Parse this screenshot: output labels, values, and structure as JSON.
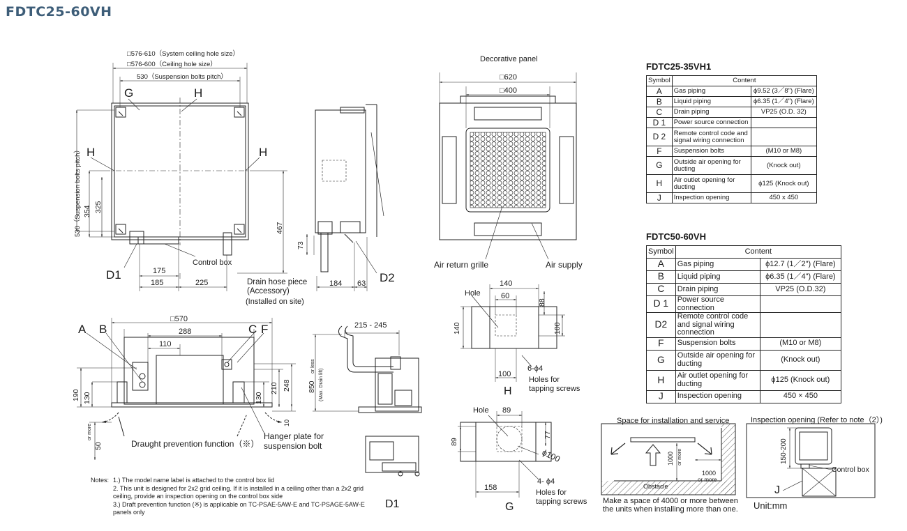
{
  "title": "FDTC25-60VH",
  "top_view": {
    "dim_576_610": "□576-610（System ceiling hole size）",
    "dim_576_600": "□576-600（Ceiling hole size）",
    "dim_530": "530（Suspension bolts pitch）",
    "label_G": "G",
    "label_H_top": "H",
    "label_H_left": "H",
    "label_H_right": "H",
    "dim_530_v": "530（Suspension bolts pitch）",
    "dim_354": "354",
    "dim_325": "325",
    "dim_467": "467",
    "label_D1": "D1",
    "control_box": "Control box",
    "dim_175": "175",
    "dim_185": "185",
    "dim_225": "225",
    "drain_hose": "Drain hose piece",
    "accessory": "(Accessory)",
    "installed": "(Installed on site)"
  },
  "side_view": {
    "dim_73": "73",
    "dim_184": "184",
    "dim_63": "63",
    "label_D2": "D2"
  },
  "panel_view": {
    "caption": "Decorative panel",
    "dim_620": "□620",
    "dim_400": "□400",
    "air_return": "Air return grille",
    "air_supply": "Air supply"
  },
  "front_view": {
    "dim_570": "□570",
    "dim_288": "288",
    "dim_110": "110",
    "label_A": "A",
    "label_B": "B",
    "label_C": "C",
    "label_F": "F",
    "dim_190": "190",
    "dim_130": "130",
    "dim_210": "210",
    "dim_248": "248",
    "dim_130b": "130",
    "dim_10": "10",
    "dim_50": "50",
    "or_more": "or more",
    "draught": "Draught prevention function（※）",
    "hanger": "Hanger plate for",
    "hanger2": "suspension bolt"
  },
  "drain_view": {
    "dim_215_245": "215 - 245",
    "dim_850": "850",
    "or_less": "or less",
    "max_drain": "(Max. Drain lift)",
    "label_D1": "D1"
  },
  "detail_H": {
    "hole": "Hole",
    "dim_140": "140",
    "dim_60": "60",
    "dim_88": "88",
    "dim_140v": "140",
    "dim_100v": "100",
    "dim_100": "100",
    "holes": "6-ϕ4",
    "tap1": "Holes for",
    "tap2": "tapping screws",
    "label": "H"
  },
  "detail_G": {
    "hole": "Hole",
    "dim_89": "89",
    "dim_89v": "89",
    "dim_77": "77",
    "dim_phi100": "ϕ100",
    "holes": "4- ϕ4",
    "dim_158": "158",
    "tap1": "Holes for",
    "tap2": "tapping screws",
    "label": "G"
  },
  "space": {
    "caption": "Space for installation and service",
    "dim_1000": "1000",
    "or_more_v": "or more",
    "dim_1000b": "1000",
    "or_more": "or more",
    "obstacle": "Obstacle",
    "note1": "Make a space of 4000 or more between",
    "note2": "the units when installing more than one."
  },
  "inspection": {
    "caption": "Inspection opening (Refer to note（2）)",
    "dim": "150-200",
    "control_box": "Control box",
    "label_J": "J",
    "unit": "Unit:mm"
  },
  "table1": {
    "name": "FDTC25-35VH1",
    "h_symbol": "Symbol",
    "h_content": "Content",
    "rows": [
      {
        "sym": "A",
        "name": "Gas piping",
        "val": "ϕ9.52 (3／8\") (Flare)"
      },
      {
        "sym": "B",
        "name": "Liquid piping",
        "val": "ϕ6.35 (1／4\") (Flare)"
      },
      {
        "sym": "C",
        "name": "Drain piping",
        "val": "VP25 (O.D. 32)"
      },
      {
        "sym": "D 1",
        "name": "Power source connection",
        "val": ""
      },
      {
        "sym": "D 2",
        "name": "Remote control code and signal wiring connection",
        "val": ""
      },
      {
        "sym": "F",
        "name": "Suspension bolts",
        "val": "(M10 or M8)"
      },
      {
        "sym": "G",
        "name": "Outside air opening for ducting",
        "val": "(Knock out)"
      },
      {
        "sym": "H",
        "name": "Air outlet opening for ducting",
        "val": "ϕ125 (Knock out)"
      },
      {
        "sym": "J",
        "name": "Inspection opening",
        "val": "450 x 450"
      }
    ]
  },
  "table2": {
    "name": "FDTC50-60VH",
    "h_symbol": "Symbol",
    "h_content": "Content",
    "rows": [
      {
        "sym": "A",
        "name": "Gas piping",
        "val": "ϕ12.7 (1／2\") (Flare)"
      },
      {
        "sym": "B",
        "name": "Liquid piping",
        "val": "ϕ6.35 (1／4\") (Flare)"
      },
      {
        "sym": "C",
        "name": "Drain piping",
        "val": "VP25 (O.D.32)"
      },
      {
        "sym": "D 1",
        "name": "Power source connection",
        "val": ""
      },
      {
        "sym": "D2",
        "name": "Remote control code and signal wiring connection",
        "val": ""
      },
      {
        "sym": "F",
        "name": "Suspension bolts",
        "val": "(M10 or M8)"
      },
      {
        "sym": "G",
        "name": "Outside air opening for ducting",
        "val": "(Knock out)"
      },
      {
        "sym": "H",
        "name": "Air outlet opening for ducting",
        "val": "ϕ125 (Knock out)"
      },
      {
        "sym": "J",
        "name": "Inspection opening",
        "val": "450 × 450"
      }
    ]
  },
  "notes": {
    "lead": "Notes:",
    "n1": "1.) The model name label is attached to the control box lid",
    "n2": "2. This unit is designed for 2x2 grid ceiling. If it is installed in a ceiling other than a 2x2 grid ceiling, provide an inspection opening on the control box side",
    "n3": "3.) Draft prevention function (※) is applicable on TC-PSAE-5AW-E and TC-PSAGE-5AW-E panels only"
  }
}
